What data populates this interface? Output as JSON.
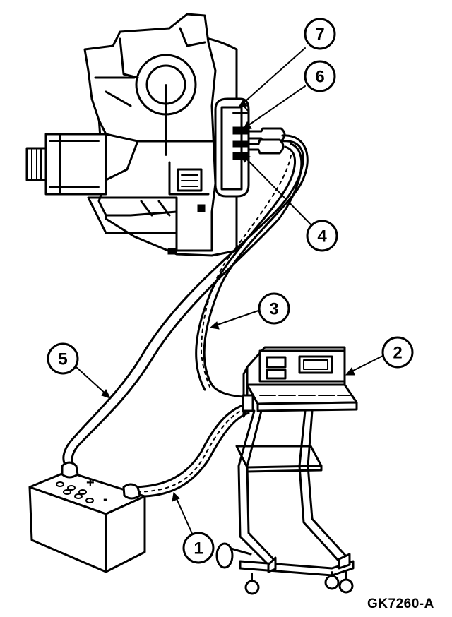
{
  "figure_id": "GK7260-A",
  "callouts": [
    {
      "id": "callout-1",
      "label": "1"
    },
    {
      "id": "callout-2",
      "label": "2"
    },
    {
      "id": "callout-3",
      "label": "3"
    },
    {
      "id": "callout-4",
      "label": "4"
    },
    {
      "id": "callout-5",
      "label": "5"
    },
    {
      "id": "callout-6",
      "label": "6"
    },
    {
      "id": "callout-7",
      "label": "7"
    }
  ],
  "battery": {
    "plus": "+",
    "minus": "-"
  }
}
